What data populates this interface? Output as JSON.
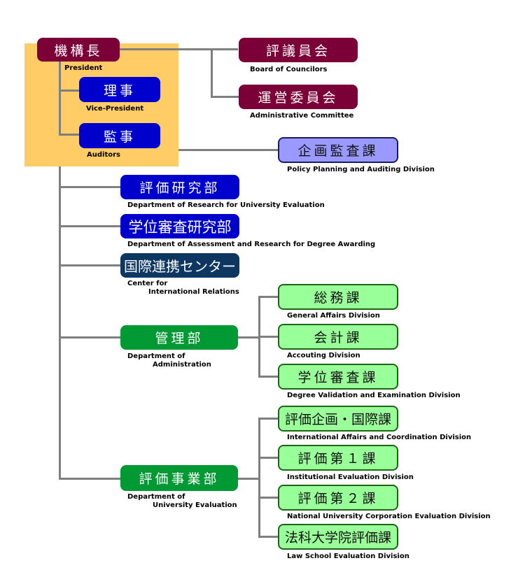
{
  "executive": {
    "president": {
      "ja": "機構長",
      "en": "President"
    },
    "vice_president": {
      "ja": "理事",
      "en": "Vice-President"
    },
    "auditors": {
      "ja": "監事",
      "en": "Auditors"
    }
  },
  "councils": [
    {
      "ja": "評議員会",
      "en": "Board of Councilors"
    },
    {
      "ja": "運営委員会",
      "en": "Administrative  Committee"
    }
  ],
  "audit_office": {
    "ja": "企画監査課",
    "en": "Policy Planning and Auditing Division"
  },
  "departments": [
    {
      "ja": "評価研究部",
      "en": "Department of Research for University Evaluation"
    },
    {
      "ja": "学位審査研究部",
      "en": "Department of Assessment and Research for Degree Awarding"
    },
    {
      "ja": "国際連携センター",
      "en_line1": "Center for",
      "en_line2": "International Relations"
    },
    {
      "ja": "管理部",
      "en_line1": "Department of",
      "en_line2": "Administration",
      "divisions": [
        {
          "ja": "総務課",
          "en": "General Affairs Division"
        },
        {
          "ja": "会計課",
          "en": "Accouting Division"
        },
        {
          "ja": "学位審査課",
          "en": "Degree Validation and Examination Division"
        }
      ]
    },
    {
      "ja": "評価事業部",
      "en_line1": "Department of",
      "en_line2": "University Evaluation",
      "divisions": [
        {
          "ja": "評価企画・国際課",
          "en": "International Affairs and Coordination Division"
        },
        {
          "ja": "評価第１課",
          "en": "Institutional Evaluation Division"
        },
        {
          "ja": "評価第２課",
          "en": "National University Corporation Evaluation Division"
        },
        {
          "ja": "法科大学院評価課",
          "en": "Law School Evaluation Division"
        }
      ]
    }
  ],
  "colors": {
    "executive_bg": "#ffcc66",
    "maroon": "#7a0037",
    "blue": "#0000cc",
    "navy": "#0d3660",
    "lavender": "#9999ff",
    "green": "#009933",
    "light_green": "#99ff99",
    "connector": "#7f7f7f"
  }
}
